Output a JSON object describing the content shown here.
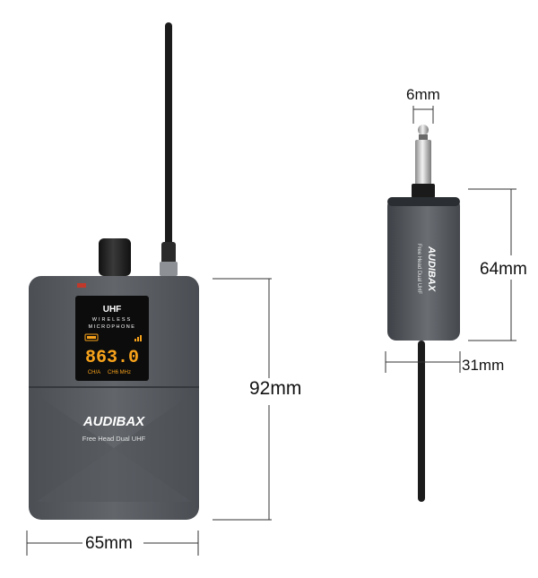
{
  "transmitter": {
    "band": "UHF",
    "line1": "WIRELESS",
    "line2": "MICROPHONE",
    "display_frequency": "863.0",
    "display_channel": "CH/A",
    "display_unit": "CH6 MHz",
    "brand": "AUDIBAX",
    "model": "Free Head Dual UHF"
  },
  "receiver": {
    "brand": "AUDIBAX",
    "model": "Free Head Dual UHF"
  },
  "dimensions": {
    "transmitter_height": "92mm",
    "transmitter_width": "65mm",
    "receiver_jack": "6mm",
    "receiver_height": "64mm",
    "receiver_width": "31mm"
  },
  "colors": {
    "body": "#5a5e63",
    "body_dark": "#3c3f43",
    "display_digits": "#f7a21b",
    "antenna": "#1b1b1b"
  }
}
